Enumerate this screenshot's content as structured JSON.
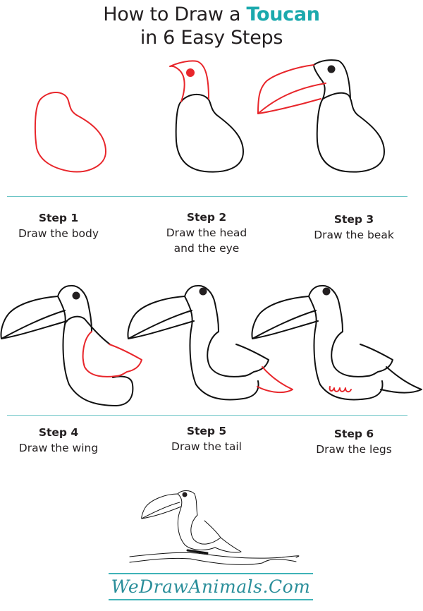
{
  "header": {
    "title_prefix": "How to Draw a ",
    "title_accent": "Toucan",
    "subtitle": "in 6 Easy Steps"
  },
  "colors": {
    "accent": "#1ba9ad",
    "new_stroke": "#e8262b",
    "outline": "#111111",
    "divider": "#6cc5c6"
  },
  "steps": [
    {
      "label": "Step 1",
      "line1": "Draw the body",
      "line2": ""
    },
    {
      "label": "Step 2",
      "line1": "Draw the head",
      "line2": "and the eye"
    },
    {
      "label": "Step 3",
      "line1": "Draw the beak",
      "line2": ""
    },
    {
      "label": "Step 4",
      "line1": "Draw the wing",
      "line2": ""
    },
    {
      "label": "Step 5",
      "line1": "Draw the tail",
      "line2": ""
    },
    {
      "label": "Step 6",
      "line1": "Draw the legs",
      "line2": ""
    }
  ],
  "footer": {
    "logo_text": "WeDrawAnimals.Com"
  }
}
